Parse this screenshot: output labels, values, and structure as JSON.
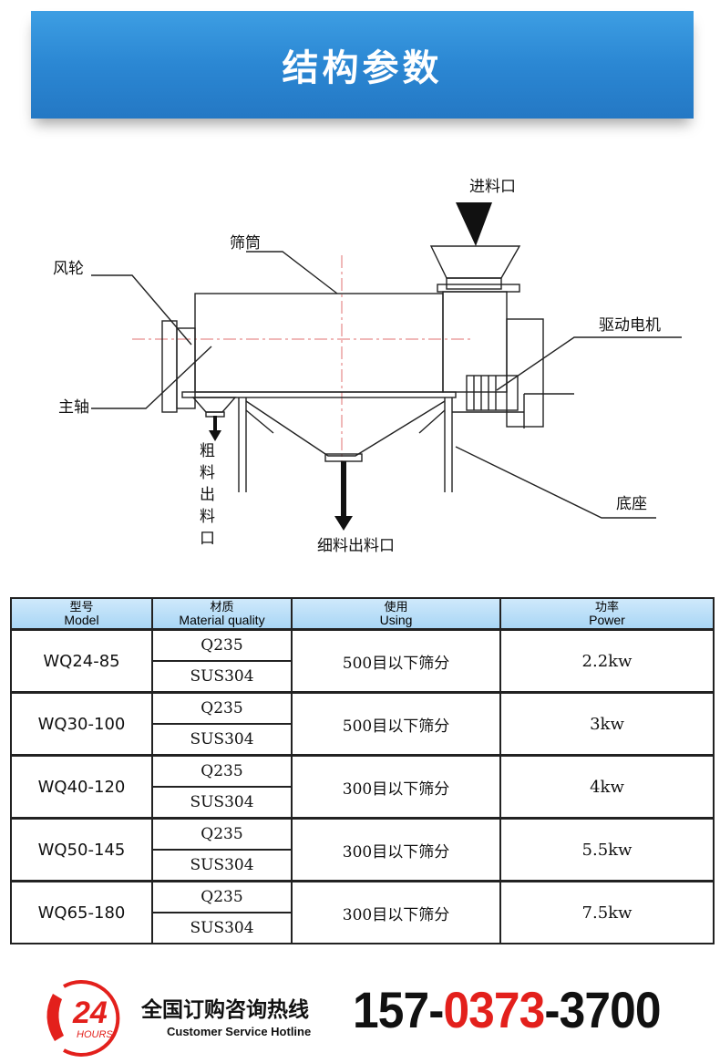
{
  "banner": {
    "title": "结构参数"
  },
  "diagram": {
    "labels": {
      "inlet": "进料口",
      "screen_drum": "筛筒",
      "fan_wheel": "风轮",
      "drive_motor": "驱动电机",
      "main_shaft": "主轴",
      "base": "底座",
      "coarse_outlet_chars": [
        "粗",
        "料",
        "出",
        "料",
        "口"
      ],
      "fine_outlet": "细料出料口"
    }
  },
  "table": {
    "headers": [
      {
        "zh": "型号",
        "en": "Model"
      },
      {
        "zh": "材质",
        "en": "Material quality"
      },
      {
        "zh": "使用",
        "en": "Using"
      },
      {
        "zh": "功率",
        "en": "Power"
      }
    ],
    "rows": [
      {
        "model": "WQ24-85",
        "materials": [
          "Q235",
          "SUS304"
        ],
        "using": "500目以下筛分",
        "power": "2.2kw"
      },
      {
        "model": "WQ30-100",
        "materials": [
          "Q235",
          "SUS304"
        ],
        "using": "500目以下筛分",
        "power": "3kw"
      },
      {
        "model": "WQ40-120",
        "materials": [
          "Q235",
          "SUS304"
        ],
        "using": "300目以下筛分",
        "power": "4kw"
      },
      {
        "model": "WQ50-145",
        "materials": [
          "Q235",
          "SUS304"
        ],
        "using": "300目以下筛分",
        "power": "5.5kw"
      },
      {
        "model": "WQ65-180",
        "materials": [
          "Q235",
          "SUS304"
        ],
        "using": "300目以下筛分",
        "power": "7.5kw"
      }
    ]
  },
  "footer": {
    "logo_number": "24",
    "logo_text": "HOURS",
    "hotline_zh": "全国订购咨询热线",
    "hotline_en": "Customer Service Hotline",
    "phone_part1": "157-",
    "phone_part2": "0373",
    "phone_part3": "-3700",
    "accent_color": "#e3201c"
  }
}
